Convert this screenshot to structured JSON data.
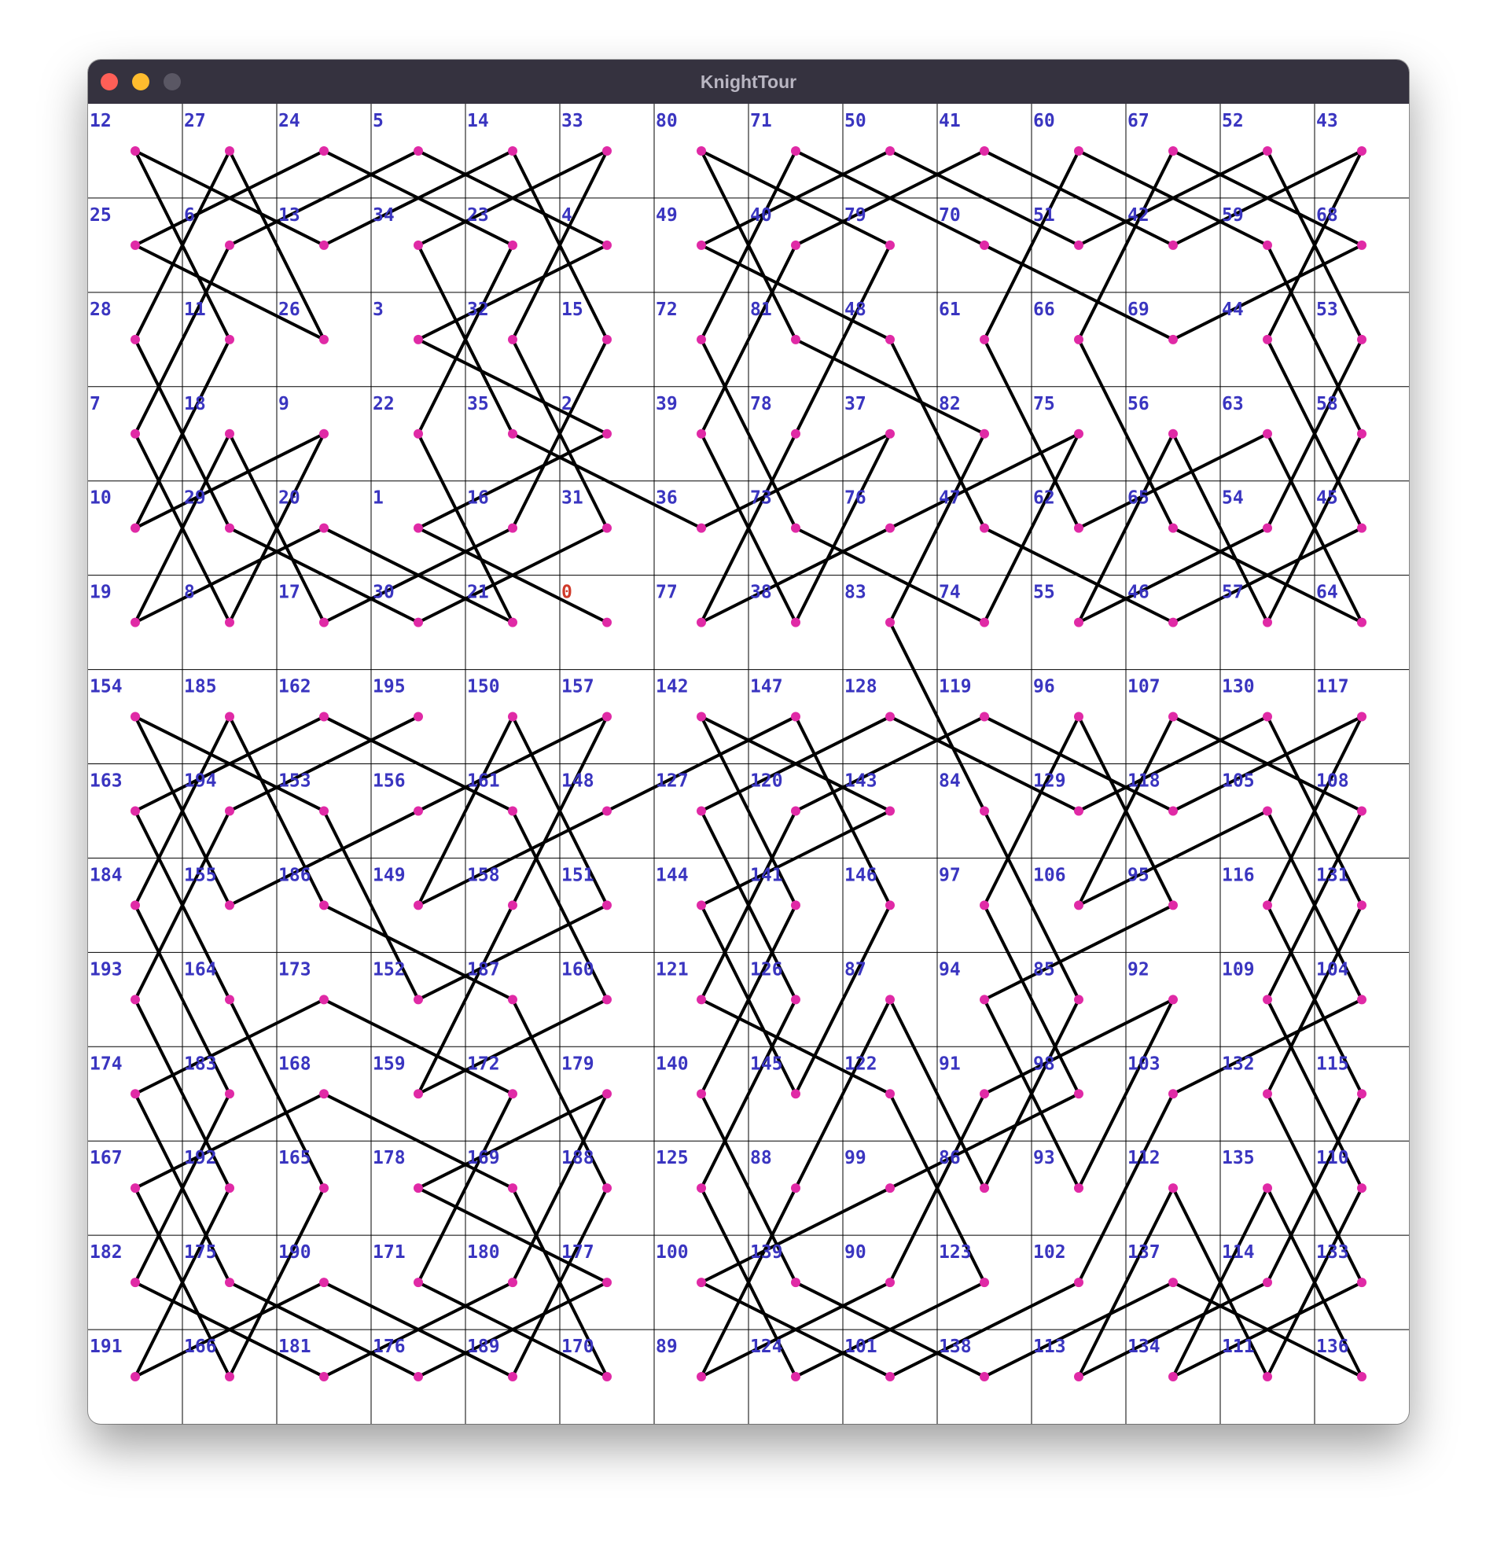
{
  "window": {
    "title": "KnightTour",
    "buttons": [
      "close-button",
      "minimize-button",
      "maximize-button"
    ]
  },
  "colors": {
    "titlebar": "#35323f",
    "label": "#3a35c0",
    "start_label": "#d03a2a",
    "point": "#e02aa6",
    "path": "#000000",
    "grid": "#000000"
  },
  "board": {
    "cols": 14,
    "rows": 14,
    "labels": [
      [
        "12",
        "27",
        "24",
        "5",
        "14",
        "33",
        "80",
        "71",
        "50",
        "41",
        "60",
        "67",
        "52",
        "43"
      ],
      [
        "25",
        "6",
        "13",
        "34",
        "23",
        "4",
        "49",
        "40",
        "79",
        "70",
        "51",
        "42",
        "59",
        "68"
      ],
      [
        "28",
        "11",
        "26",
        "3",
        "32",
        "15",
        "72",
        "81",
        "48",
        "61",
        "66",
        "69",
        "44",
        "53"
      ],
      [
        "7",
        "18",
        "9",
        "22",
        "35",
        "2",
        "39",
        "78",
        "37",
        "82",
        "75",
        "56",
        "63",
        "58"
      ],
      [
        "10",
        "29",
        "20",
        "1",
        "16",
        "31",
        "36",
        "73",
        "76",
        "47",
        "62",
        "65",
        "54",
        "45"
      ],
      [
        "19",
        "8",
        "17",
        "30",
        "21",
        "0",
        "77",
        "38",
        "83",
        "74",
        "55",
        "46",
        "57",
        "64"
      ],
      [
        "154",
        "185",
        "162",
        "195",
        "150",
        "157",
        "142",
        "147",
        "128",
        "119",
        "96",
        "107",
        "130",
        "117"
      ],
      [
        "163",
        "194",
        "153",
        "156",
        "161",
        "148",
        "127",
        "120",
        "143",
        "84",
        "129",
        "118",
        "105",
        "108"
      ],
      [
        "184",
        "155",
        "186",
        "149",
        "158",
        "151",
        "144",
        "141",
        "146",
        "97",
        "106",
        "95",
        "116",
        "131"
      ],
      [
        "193",
        "164",
        "173",
        "152",
        "187",
        "160",
        "121",
        "126",
        "87",
        "94",
        "85",
        "92",
        "109",
        "104"
      ],
      [
        "174",
        "183",
        "168",
        "159",
        "172",
        "179",
        "140",
        "145",
        "122",
        "91",
        "98",
        "103",
        "132",
        "115"
      ],
      [
        "167",
        "192",
        "165",
        "178",
        "169",
        "188",
        "125",
        "88",
        "99",
        "86",
        "93",
        "112",
        "135",
        "110"
      ],
      [
        "182",
        "175",
        "190",
        "171",
        "180",
        "177",
        "100",
        "139",
        "90",
        "123",
        "102",
        "137",
        "114",
        "133"
      ],
      [
        "191",
        "166",
        "181",
        "176",
        "189",
        "170",
        "89",
        "124",
        "101",
        "138",
        "113",
        "134",
        "111",
        "136"
      ]
    ]
  }
}
